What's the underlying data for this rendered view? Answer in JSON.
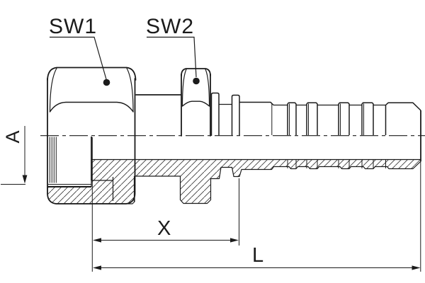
{
  "drawing": {
    "title": "hose-fitting-technical-drawing",
    "labels": {
      "sw1": "SW1",
      "sw2": "SW2",
      "a": "A",
      "x": "X",
      "l": "L"
    },
    "colors": {
      "line": "#1b1b1b",
      "background": "#ffffff"
    }
  }
}
